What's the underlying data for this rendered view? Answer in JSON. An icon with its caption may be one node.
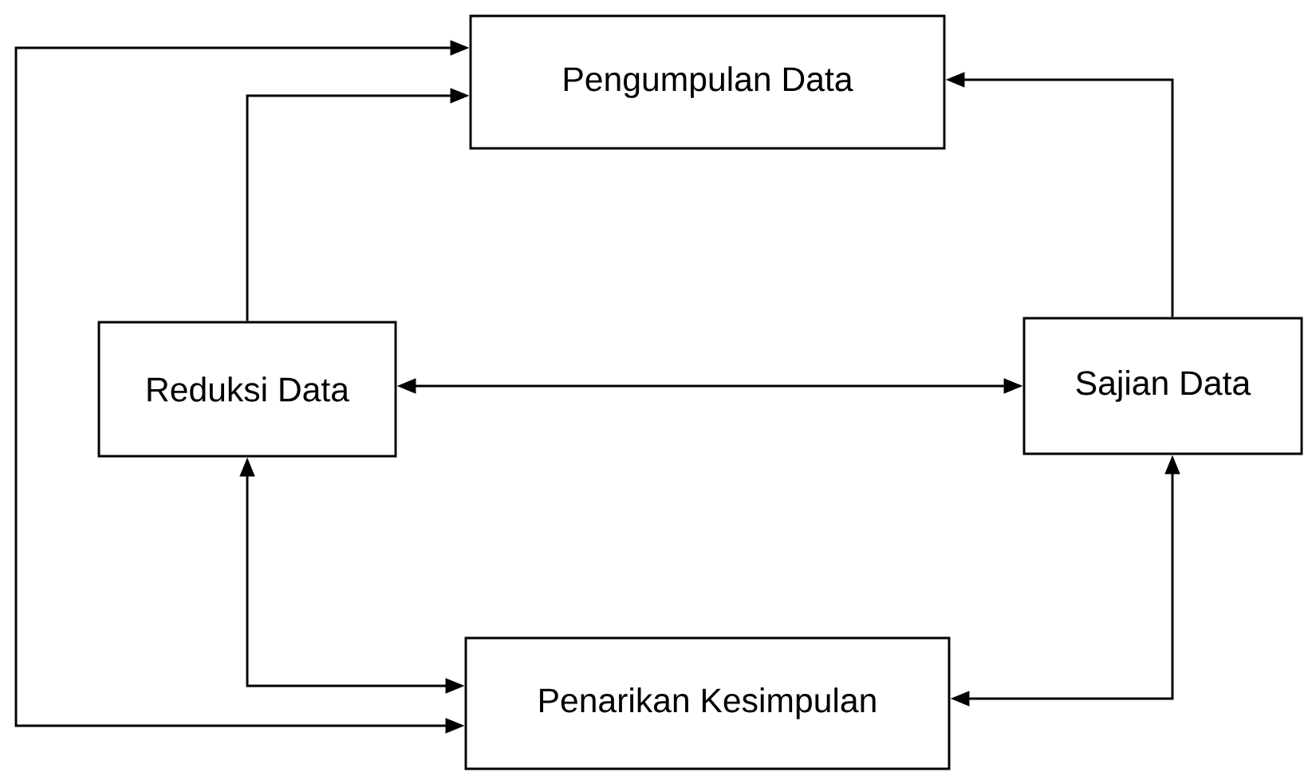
{
  "diagram": {
    "nodes": [
      {
        "text": [
          "Pengumpulan Data"
        ]
      },
      {
        "text": [
          "Reduksi Data"
        ]
      },
      {
        "text": [
          "Sajian Data"
        ]
      },
      {
        "text": [
          "Penarikan Kesimpulan"
        ]
      }
    ],
    "edges": [
      {
        "from": 1,
        "to": 0,
        "arrow": "to"
      },
      {
        "from": 2,
        "to": 0,
        "arrow": "to"
      },
      {
        "from": 1,
        "to": 2,
        "arrow": "both"
      },
      {
        "from": 1,
        "to": 3,
        "arrow": "both"
      },
      {
        "from": 3,
        "to": 2,
        "arrow": "both"
      },
      {
        "from": 0,
        "to": 3,
        "arrow": "both"
      }
    ]
  }
}
